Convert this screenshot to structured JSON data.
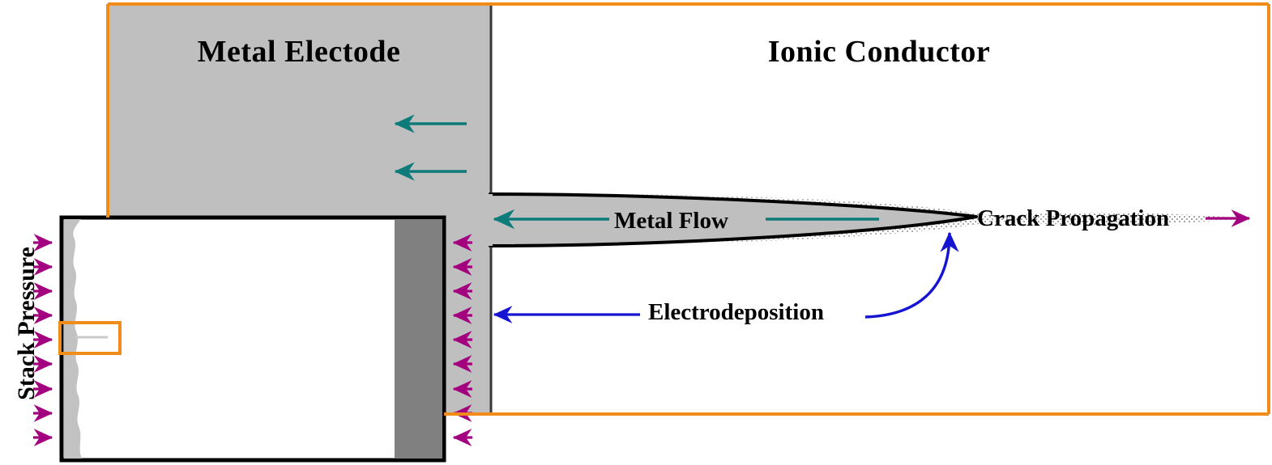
{
  "figure": {
    "type": "schematic-diagram",
    "subject": "Lithium metal crack propagation in a solid-state ionic conductor"
  },
  "regions": {
    "metal_electrode": {
      "label": "Metal Electode",
      "fill_color": "#bfbfbf"
    },
    "ionic_conductor": {
      "label": "Ionic Conductor",
      "fill_color": "#ffffff"
    },
    "crack": {
      "fill_color": "#bfbfbf",
      "outline_color": "#000000",
      "process_zone_color": "#a8a8a8"
    }
  },
  "annotations": {
    "metal_flow": {
      "label": "Metal Flow",
      "color": "#0e7b7b",
      "direction": "left"
    },
    "crack_propagation": {
      "label": "Crack Propagation",
      "color": "#a3007f",
      "direction": "right"
    },
    "electrodeposition": {
      "label": "Electrodeposition",
      "color": "#1414d2",
      "direction": "left-and-curved-up"
    },
    "stack_pressure": {
      "label": "Stack Pressure",
      "color": "#a3007f",
      "left_arrow_count": 9,
      "right_arrow_count": 9,
      "left_direction": "right",
      "right_direction": "left"
    }
  },
  "flow_arrows": {
    "count": 2,
    "color": "#0e7b7b",
    "direction": "left"
  },
  "inset": {
    "name": "cell-stack-inset",
    "border_color": "#000000",
    "anode_band_color": "#c2c2c2",
    "separator_color": "#ffffff",
    "cathode_band_color": "#808080",
    "highlight_box_color": "#f28c18",
    "crack_line_color": "#c9c9c9"
  },
  "frame": {
    "border_color": "#f28c18"
  }
}
